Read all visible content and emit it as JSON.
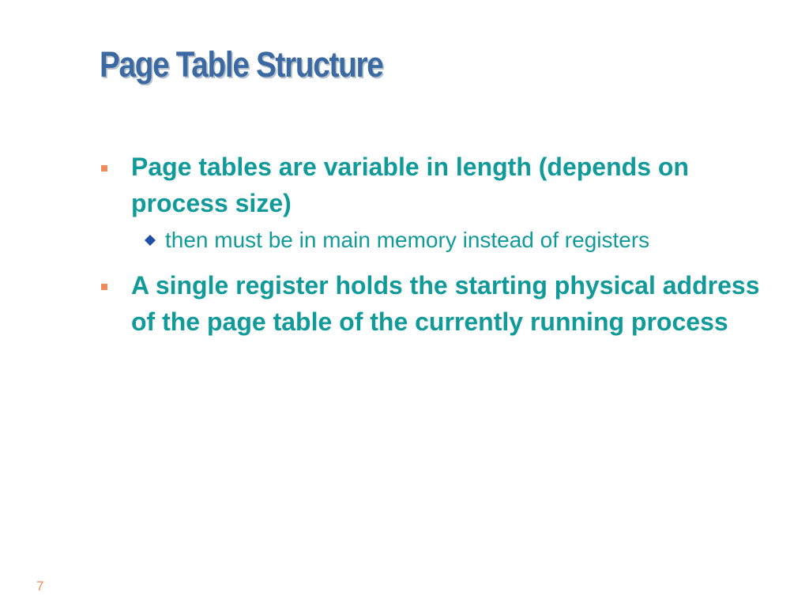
{
  "slide": {
    "title": "Page Table Structure",
    "bullets": [
      {
        "text": "Page tables are variable in length (depends on process size)",
        "sub": [
          "then must be in main memory instead of registers"
        ]
      },
      {
        "text": "A single register holds the starting physical address of the page table of the currently running process",
        "sub": []
      }
    ],
    "page_number": "7"
  },
  "colors": {
    "title": "#3b6aa3",
    "title_shadow": "#b8c2cc",
    "body_text": "#119a9a",
    "bullet_marker": "#f08c5c",
    "sub_bullet_marker": "#1f4fa8",
    "page_number": "#f08c5c"
  },
  "icons": {
    "level1_marker": "square-bullet-icon",
    "level2_marker": "diamond-bullet-icon"
  }
}
